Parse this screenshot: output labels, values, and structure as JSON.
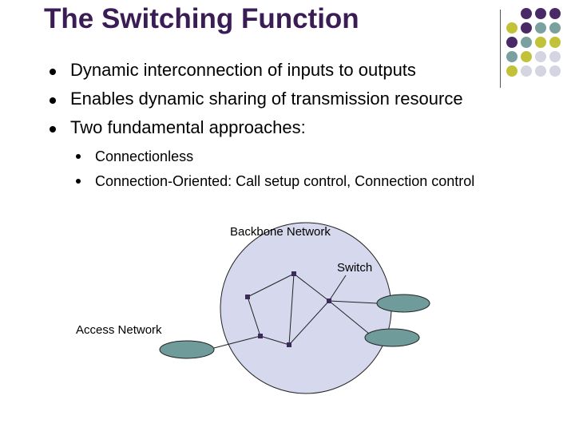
{
  "slide": {
    "title": "The Switching Function",
    "bullets": [
      "Dynamic interconnection of inputs to outputs",
      "Enables dynamic sharing of transmission resource",
      "Two fundamental approaches:"
    ],
    "sub_bullets": [
      "Connectionless",
      "Connection-Oriented:  Call setup control, Connection control"
    ]
  },
  "diagram": {
    "backbone_label": "Backbone Network",
    "switch_label": "Switch",
    "access_label": "Access Network"
  },
  "colors": {
    "title": "#3b1d55",
    "purple": "#4a2a66",
    "teal": "#7aa0a0",
    "olive": "#c2c23a",
    "light": "#d4d4e2",
    "backbone_fill": "#d6d8ee",
    "access_fill": "#6f9c9a"
  },
  "icons": [
    "bullet-dot-icon",
    "corner-dot-grid-icon",
    "switch-node-icon"
  ]
}
